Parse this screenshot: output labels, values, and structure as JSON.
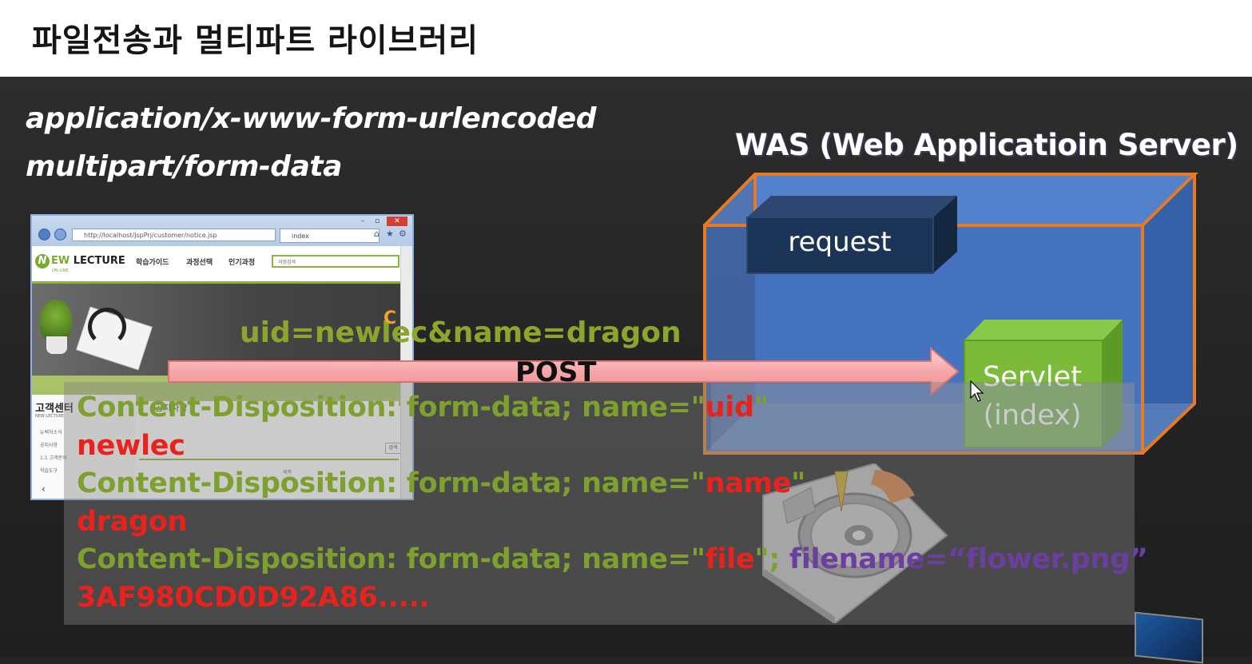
{
  "header": {
    "title": "파일전송과 멀티파트 라이브러리"
  },
  "encodings": [
    "application/x-www-form-urlencoded",
    "multipart/form-data"
  ],
  "was": {
    "title": "WAS (Web Applicatioin Server)",
    "request_label": "request",
    "servlet_label": "Servlet",
    "servlet_sub": "(index)"
  },
  "browser": {
    "url": "http://localhost/JspPrj/customer/notice.jsp",
    "tab_label": "index",
    "logo_letter": "N",
    "logo_ew": "EW",
    "logo_rest": " LECTURE",
    "logo_sub": "ON-LINE",
    "menu": [
      "학습가이드",
      "과정선택",
      "인기과정"
    ],
    "search_placeholder": "과정검색",
    "side_title": "고객센터",
    "side_sub": "NEW LECTURE",
    "side_items": [
      "뉴렉처소식",
      "공지사항",
      "1:1 고객문의",
      "학습도구"
    ],
    "notice_title": "공지사항",
    "notice_button": "검색",
    "notice_col": "제목"
  },
  "request": {
    "query": "uid=newlec&name=dragon",
    "cursor_char": "C",
    "method": "POST"
  },
  "multipart": {
    "cd_prefix": "Content-Disposition: form-data; name=\"",
    "quote": "\"",
    "field1_name": "uid",
    "field1_value": "newlec",
    "field2_name": "name",
    "field2_value": "dragon",
    "field3_name": "file",
    "field3_sep": "\"; ",
    "filename_part": "filename=“flower.png”",
    "field3_value": "3AF980CD0D92A86....."
  },
  "colors": {
    "green_text": "#7ea02e",
    "red_text": "#e8221c",
    "purple_text": "#6a3fa0",
    "was_border": "#e87a24",
    "was_fill": "#4a78c8",
    "request_fill": "#1c3556",
    "servlet_fill": "#7cba3a",
    "arrow_fill": "#f6a6a8"
  }
}
